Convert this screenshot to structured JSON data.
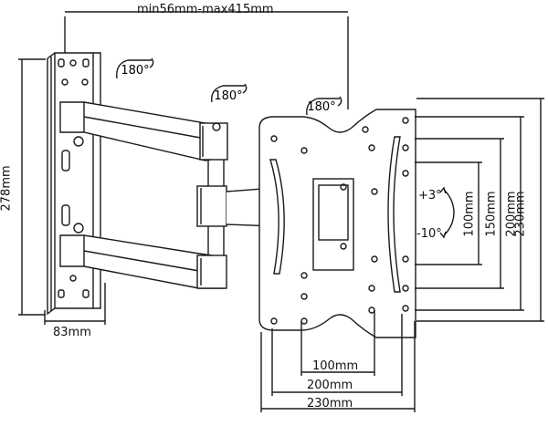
{
  "diagram": {
    "reach_label": "min56mm-max415mm",
    "wall_plate_height_label": "278mm",
    "wall_plate_width_label": "83mm",
    "swivel_labels": [
      "180°",
      "180°",
      "180°"
    ],
    "tilt_up_label": "+3°",
    "tilt_down_label": "-10°",
    "vesa_vertical_labels": [
      "100mm",
      "150mm",
      "200mm",
      "230mm"
    ],
    "vesa_horizontal_labels": [
      "100mm",
      "200mm",
      "230mm"
    ]
  },
  "colors": {
    "line": "#1a1a1a",
    "fill": "#ffffff"
  }
}
